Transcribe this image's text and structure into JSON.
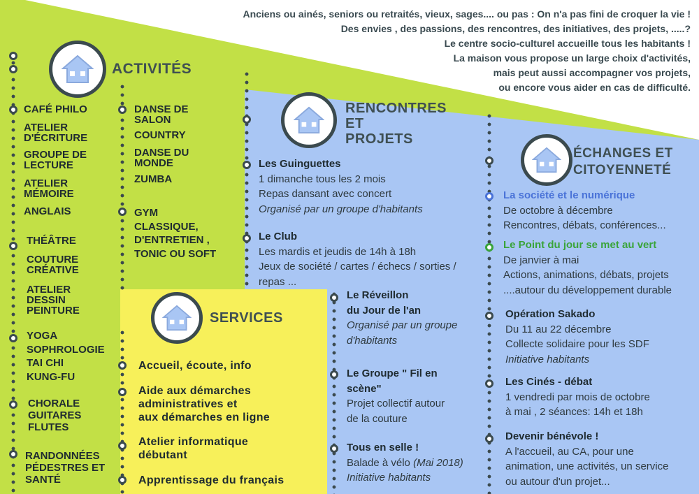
{
  "intro": [
    "Anciens ou ainés, seniors ou retraités, vieux, sages.... ou pas :  On n'a pas fini de croquer la vie !",
    "Des envies , des passions, des rencontres, des initiatives, des projets, .....?",
    "Le centre socio-culturel accueille tous les habitants !",
    "La maison vous propose un large choix d'activités,",
    "mais peut aussi accompagner vos projets,",
    "ou encore vous aider en cas de difficulté."
  ],
  "colors": {
    "green": "#c2e046",
    "yellow": "#f7f05a",
    "blue": "#a9c6f4",
    "dark": "#3b4a4e"
  },
  "activites": {
    "title": "ACTIVITÉS",
    "col1": [
      "CAFÉ PHILO",
      "ATELIER\nD'ÉCRITURE",
      "GROUPE DE\nLECTURE",
      "ATELIER\nMÉMOIRE",
      "ANGLAIS",
      "THÉÂTRE",
      "COUTURE\nCRÉATIVE",
      "ATELIER\nDESSIN\nPEINTURE",
      "YOGA\nSOPHROLOGIE\nTAI CHI\nKUNG-FU",
      "CHORALE\nGUITARES\nFLUTES",
      "RANDONNÉES\nPÉDESTRES ET\nSANTÉ"
    ],
    "col2": [
      "DANSE DE\nSALON",
      "COUNTRY",
      "DANSE DU\nMONDE",
      "ZUMBA",
      "GYM\nCLASSIQUE,\nD'ENTRETIEN ,\nTONIC OU SOFT"
    ]
  },
  "services": {
    "title": "SERVICES",
    "items": [
      "Accueil, écoute, info",
      "Aide aux démarches\nadministratives et\naux démarches en ligne",
      "Atelier informatique\ndébutant",
      "Apprentissage du français"
    ]
  },
  "rencontres": {
    "title_1": "RENCONTRES",
    "title_2": "ET",
    "title_3": "PROJETS",
    "guinguettes": {
      "title": "Les Guinguettes",
      "l1": "1 dimanche tous les 2 mois",
      "l2": "Repas dansant avec concert",
      "l3": "Organisé par un groupe d'habitants"
    },
    "club": {
      "title": "Le Club",
      "l1": "Les mardis et jeudis de 14h à 18h",
      "l2": "Jeux de société / cartes / échecs / sorties /",
      "l3": "repas ..."
    },
    "reveillon": {
      "t1": "Le Réveillon",
      "t2": "du Jour de l'an",
      "l1": "Organisé par un groupe",
      "l2": "d'habitants"
    },
    "fil": {
      "t1": "Le Groupe \" Fil en",
      "t2": "scène\"",
      "l1": "Projet collectif autour",
      "l2": "de la couture"
    },
    "selle": {
      "title": "Tous en selle !",
      "l1a": "Balade à vélo ",
      "l1b": "(Mai 2018)",
      "l2": "Initiative habitants"
    }
  },
  "echanges": {
    "title_1": "ÉCHANGES ET",
    "title_2": "CITOYENNETÉ",
    "numerique": {
      "title": "La société et le numérique",
      "l1": "De octobre à décembre",
      "l2": "Rencontres, débats, conférences..."
    },
    "vert": {
      "title": "Le Point du jour se met au vert",
      "l1": "De janvier à mai",
      "l2": "Actions, animations, débats, projets",
      "l3": "....autour du développement durable"
    },
    "sakado": {
      "title": "Opération Sakado",
      "l1": "Du 11 au 22 décembre",
      "l2": "Collecte solidaire pour les SDF",
      "l3": "Initiative habitants"
    },
    "cines": {
      "title": "Les Cinés - débat",
      "l1": "1 vendredi par mois de octobre",
      "l2": "à mai , 2 séances: 14h et 18h"
    },
    "benevole": {
      "title": "Devenir bénévole !",
      "l1": "A l'accueil, au CA, pour une",
      "l2": "animation, une activités, un service",
      "l3": "ou autour d'un projet..."
    }
  }
}
